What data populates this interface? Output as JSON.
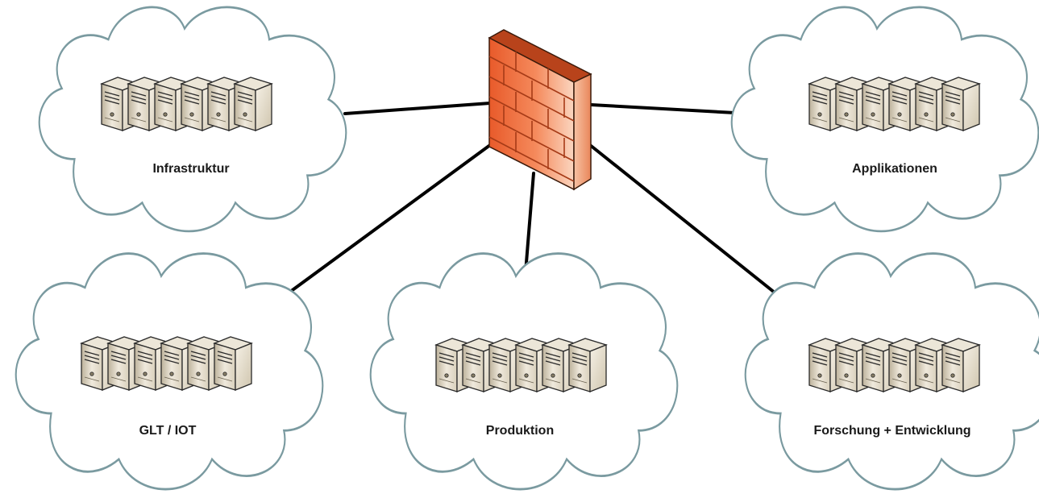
{
  "diagram": {
    "zones": [
      {
        "id": "infrastruktur",
        "label": "Infrastruktur",
        "server_count": 6
      },
      {
        "id": "applikationen",
        "label": "Applikationen",
        "server_count": 6
      },
      {
        "id": "glt-iot",
        "label": "GLT / IOT",
        "server_count": 6
      },
      {
        "id": "produktion",
        "label": "Produktion",
        "server_count": 6
      },
      {
        "id": "forschung-entwicklung",
        "label": "Forschung + Entwicklung",
        "server_count": 6
      }
    ],
    "hub": {
      "icon": "firewall-icon"
    },
    "colors": {
      "cloud_stroke": "#7a9aa0",
      "link": "#000000",
      "firewall_front": "#f06a3a",
      "firewall_side": "#f6b898",
      "firewall_top": "#c94a1f",
      "server_body": "#e3dccb",
      "server_side": "#a59a82"
    }
  }
}
